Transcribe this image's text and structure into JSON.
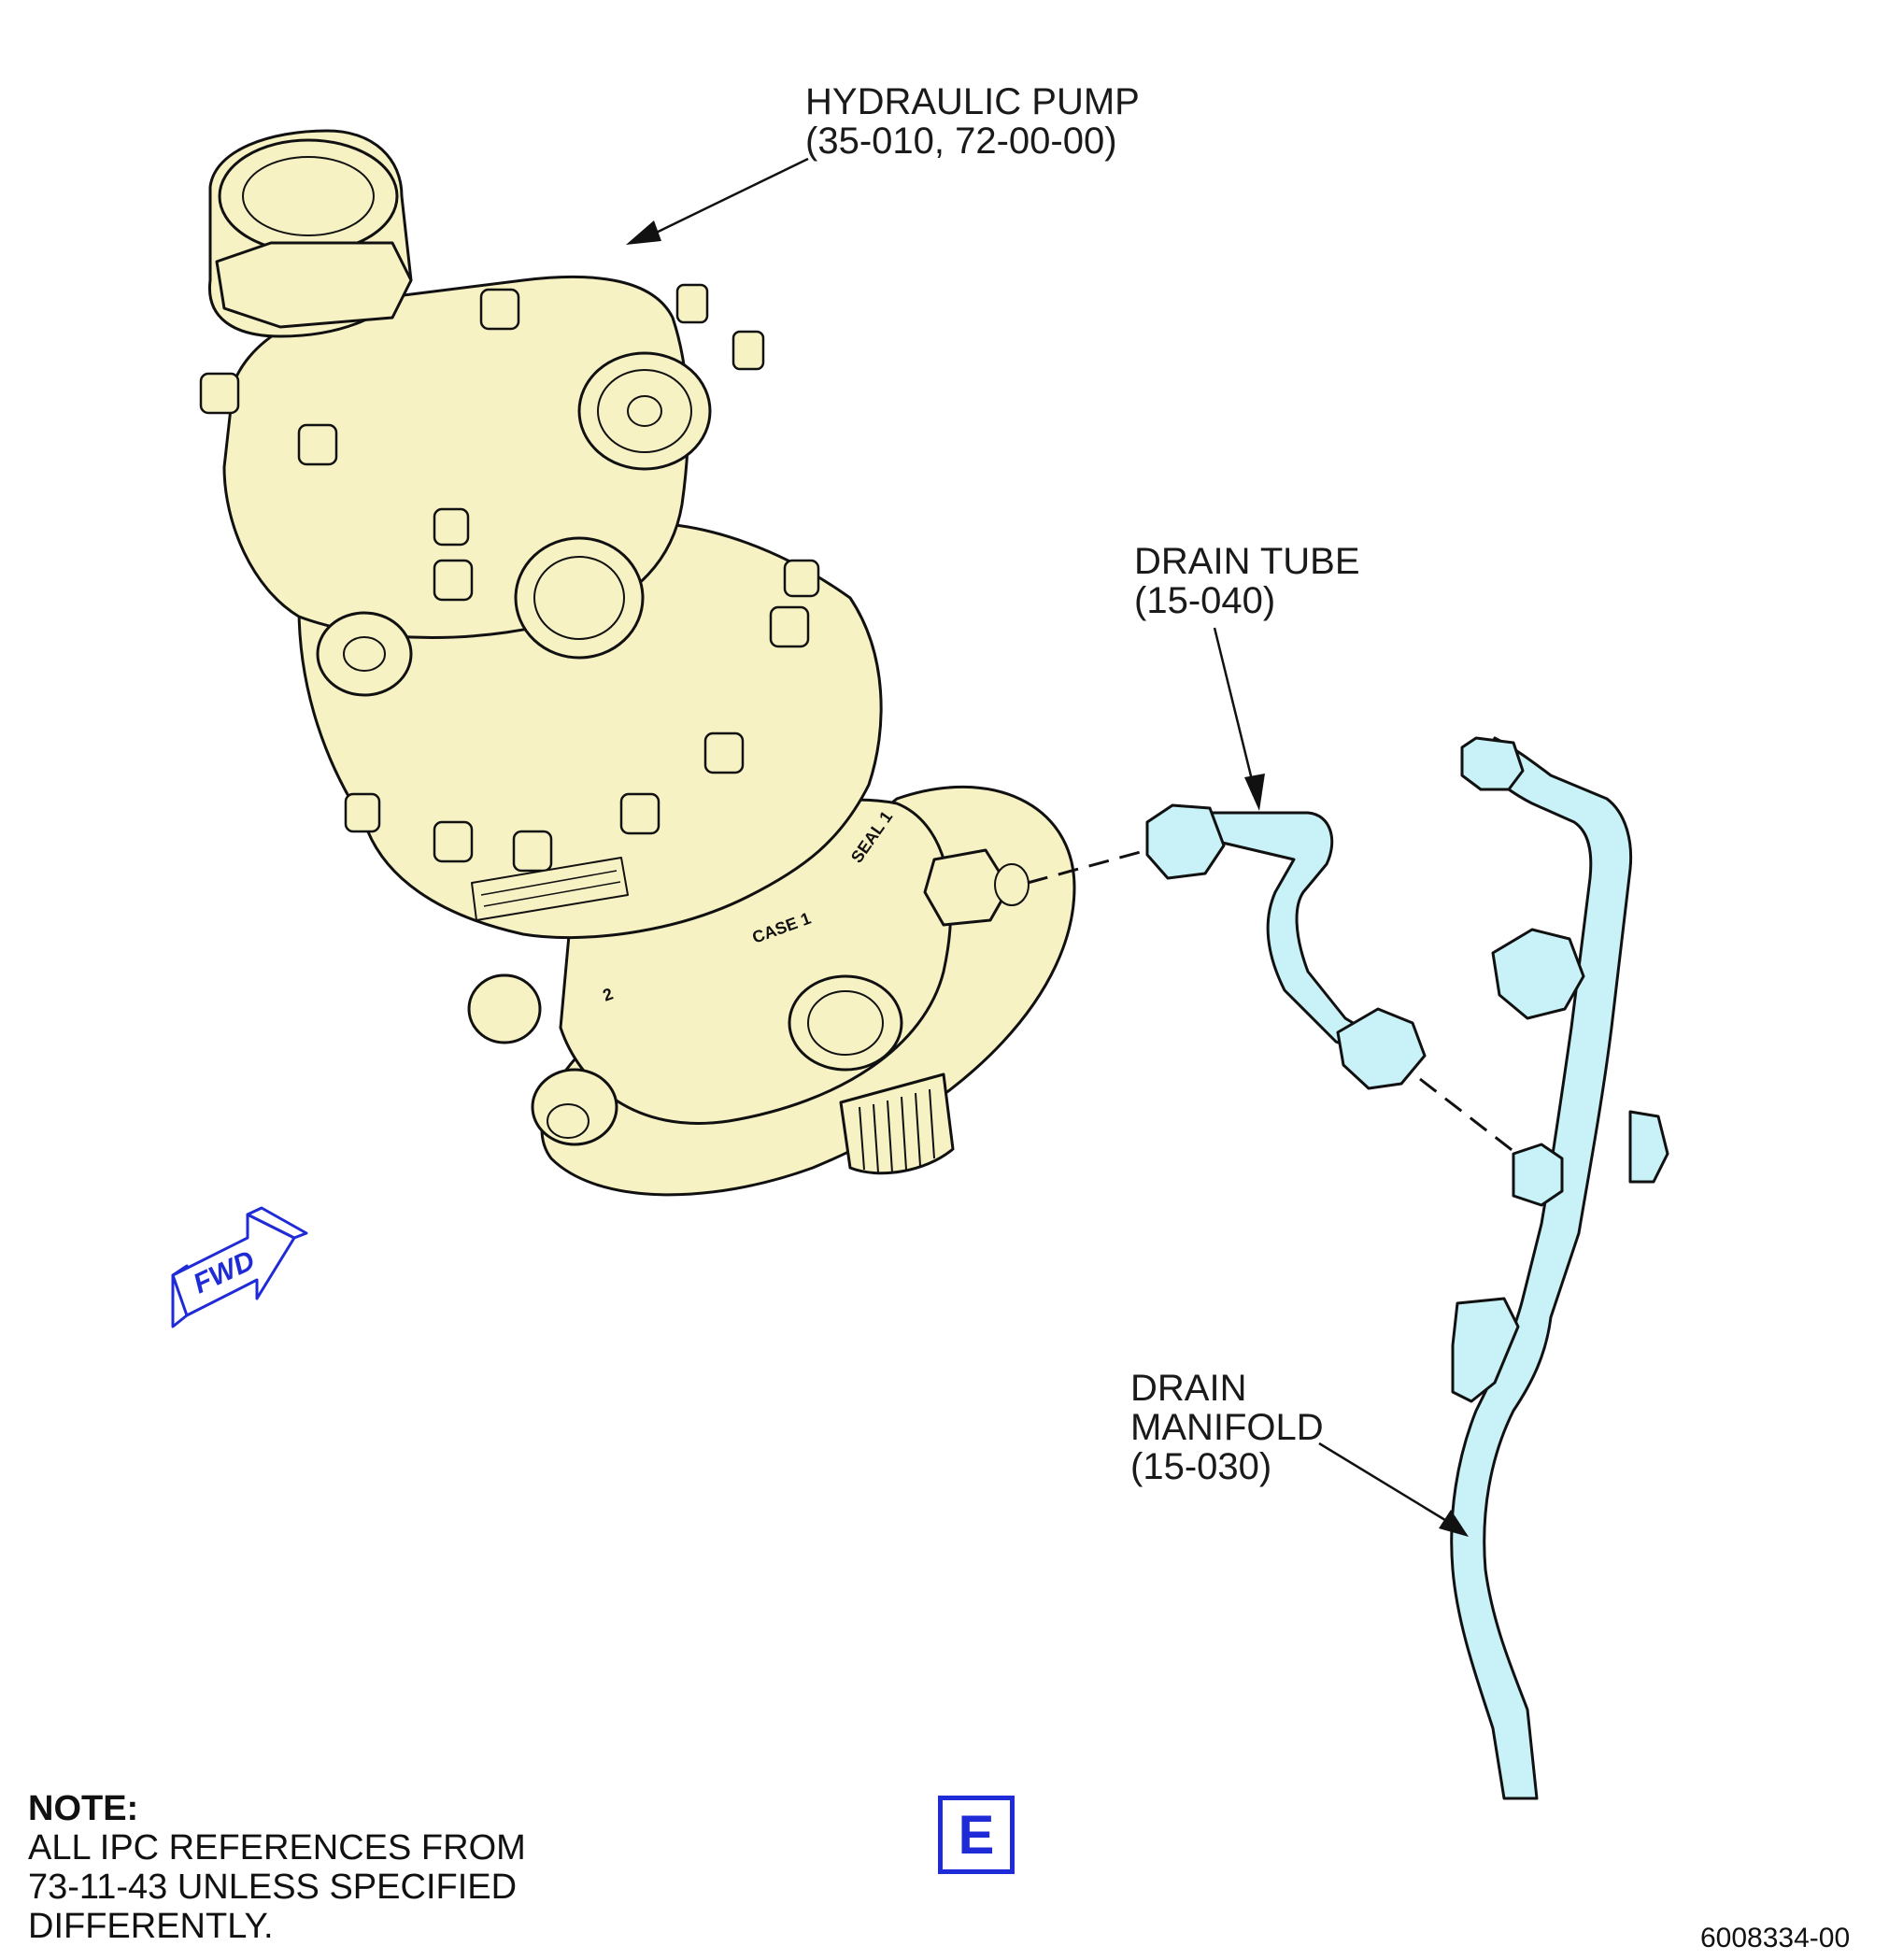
{
  "callouts": {
    "pump": {
      "line1": "HYDRAULIC PUMP",
      "line2": "(35-010, 72-00-00)"
    },
    "drain_tube": {
      "line1": "DRAIN TUBE",
      "line2": "(15-040)"
    },
    "drain_manifold": {
      "line1": "DRAIN",
      "line2": "MANIFOLD",
      "line3": "(15-030)"
    }
  },
  "fwd_arrow": {
    "label": "FWD"
  },
  "part_markings": {
    "seal": "SEAL 1",
    "case": "CASE 1",
    "port2": "2"
  },
  "note": {
    "heading": "NOTE:",
    "line1": "ALL IPC REFERENCES FROM",
    "line2": "73-11-43 UNLESS SPECIFIED",
    "line3": "DIFFERENTLY."
  },
  "view_letter": "E",
  "drawing_number": "6008334-00",
  "colors": {
    "pump_fill": "#f7f2c4",
    "tube_fill": "#c8f2f7",
    "outline": "#111111",
    "accent_blue": "#1f2bd6"
  }
}
